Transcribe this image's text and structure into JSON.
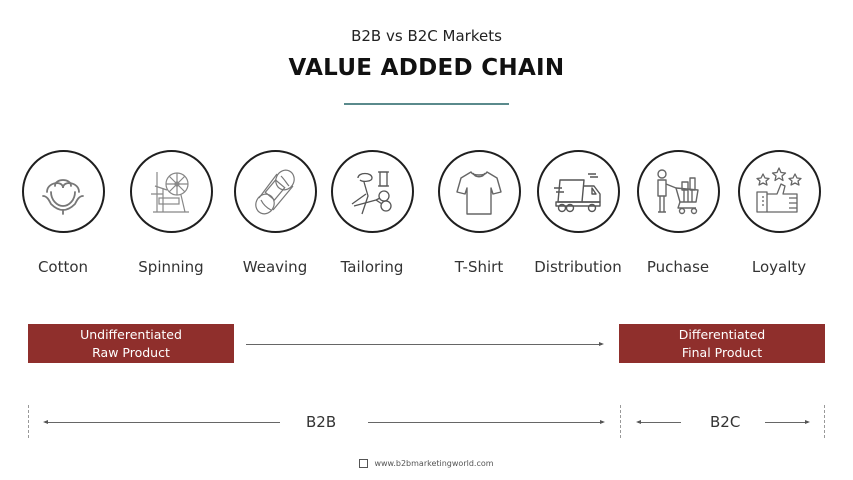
{
  "header": {
    "subtitle": "B2B vs B2C Markets",
    "title": "VALUE ADDED CHAIN",
    "rule_color": "#5a8a8c"
  },
  "steps": [
    {
      "label": "Cotton",
      "icon": "cotton-boll-icon"
    },
    {
      "label": "Spinning",
      "icon": "spinning-wheel-icon"
    },
    {
      "label": "Weaving",
      "icon": "yarn-skein-icon"
    },
    {
      "label": "Tailoring",
      "icon": "sewing-tools-icon"
    },
    {
      "label": "T-Shirt",
      "icon": "tshirt-icon"
    },
    {
      "label": "Distribution",
      "icon": "delivery-truck-icon"
    },
    {
      "label": "Puchase",
      "icon": "shopping-cart-person-icon"
    },
    {
      "label": "Loyalty",
      "icon": "thumbs-up-stars-icon"
    }
  ],
  "product_boxes": {
    "left": {
      "line1": "Undifferentiated",
      "line2": "Raw Product"
    },
    "right": {
      "line1": "Differentiated",
      "line2": "Final Product"
    },
    "color": "#8f2f2c"
  },
  "segments": {
    "b2b": "B2B",
    "b2c": "B2C"
  },
  "footer": {
    "icon": "copyright-icon",
    "text": "www.b2bmarketingworld.com"
  }
}
